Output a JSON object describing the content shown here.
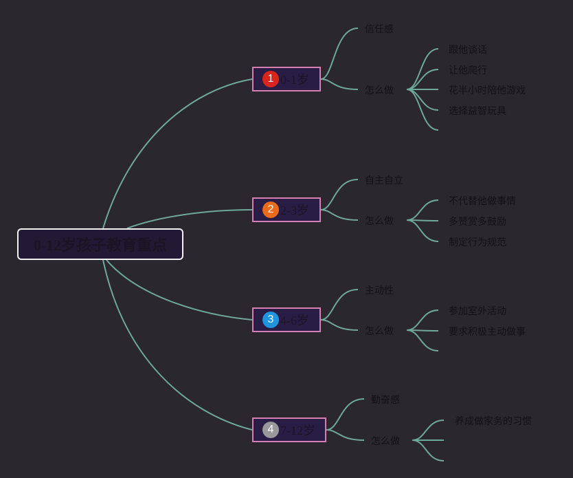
{
  "root": {
    "label": "0-12岁孩子教育重点"
  },
  "branches": [
    {
      "num": "1",
      "age": "0-1岁",
      "badge_color": "#d9261c",
      "goal": "信任感",
      "how": "怎么做",
      "actions": [
        "跟他谈话",
        "让他爬行",
        "花半小时陪他游戏",
        "选择益智玩具",
        ""
      ]
    },
    {
      "num": "2",
      "age": "2-3岁",
      "badge_color": "#ec6a1c",
      "goal": "自主自立",
      "how": "怎么做",
      "actions": [
        "不代替他做事情",
        "多赞赏多鼓励",
        "制定行为规范"
      ]
    },
    {
      "num": "3",
      "age": "4-6岁",
      "badge_color": "#1f95e0",
      "goal": "主动性",
      "how": "怎么做",
      "actions": [
        "参加室外活动",
        "要求积极主动做事",
        ""
      ]
    },
    {
      "num": "4",
      "age": "7-12岁",
      "badge_color": "#9a989b",
      "goal": "勤奋感",
      "how": "怎么做",
      "actions": [
        "养成做家务的习惯",
        "",
        ""
      ]
    }
  ],
  "colors": {
    "background": "#2b272e",
    "connector": "#6fa89c",
    "branch_border": "#d77fb0",
    "root_border": "#f2f2f2"
  }
}
